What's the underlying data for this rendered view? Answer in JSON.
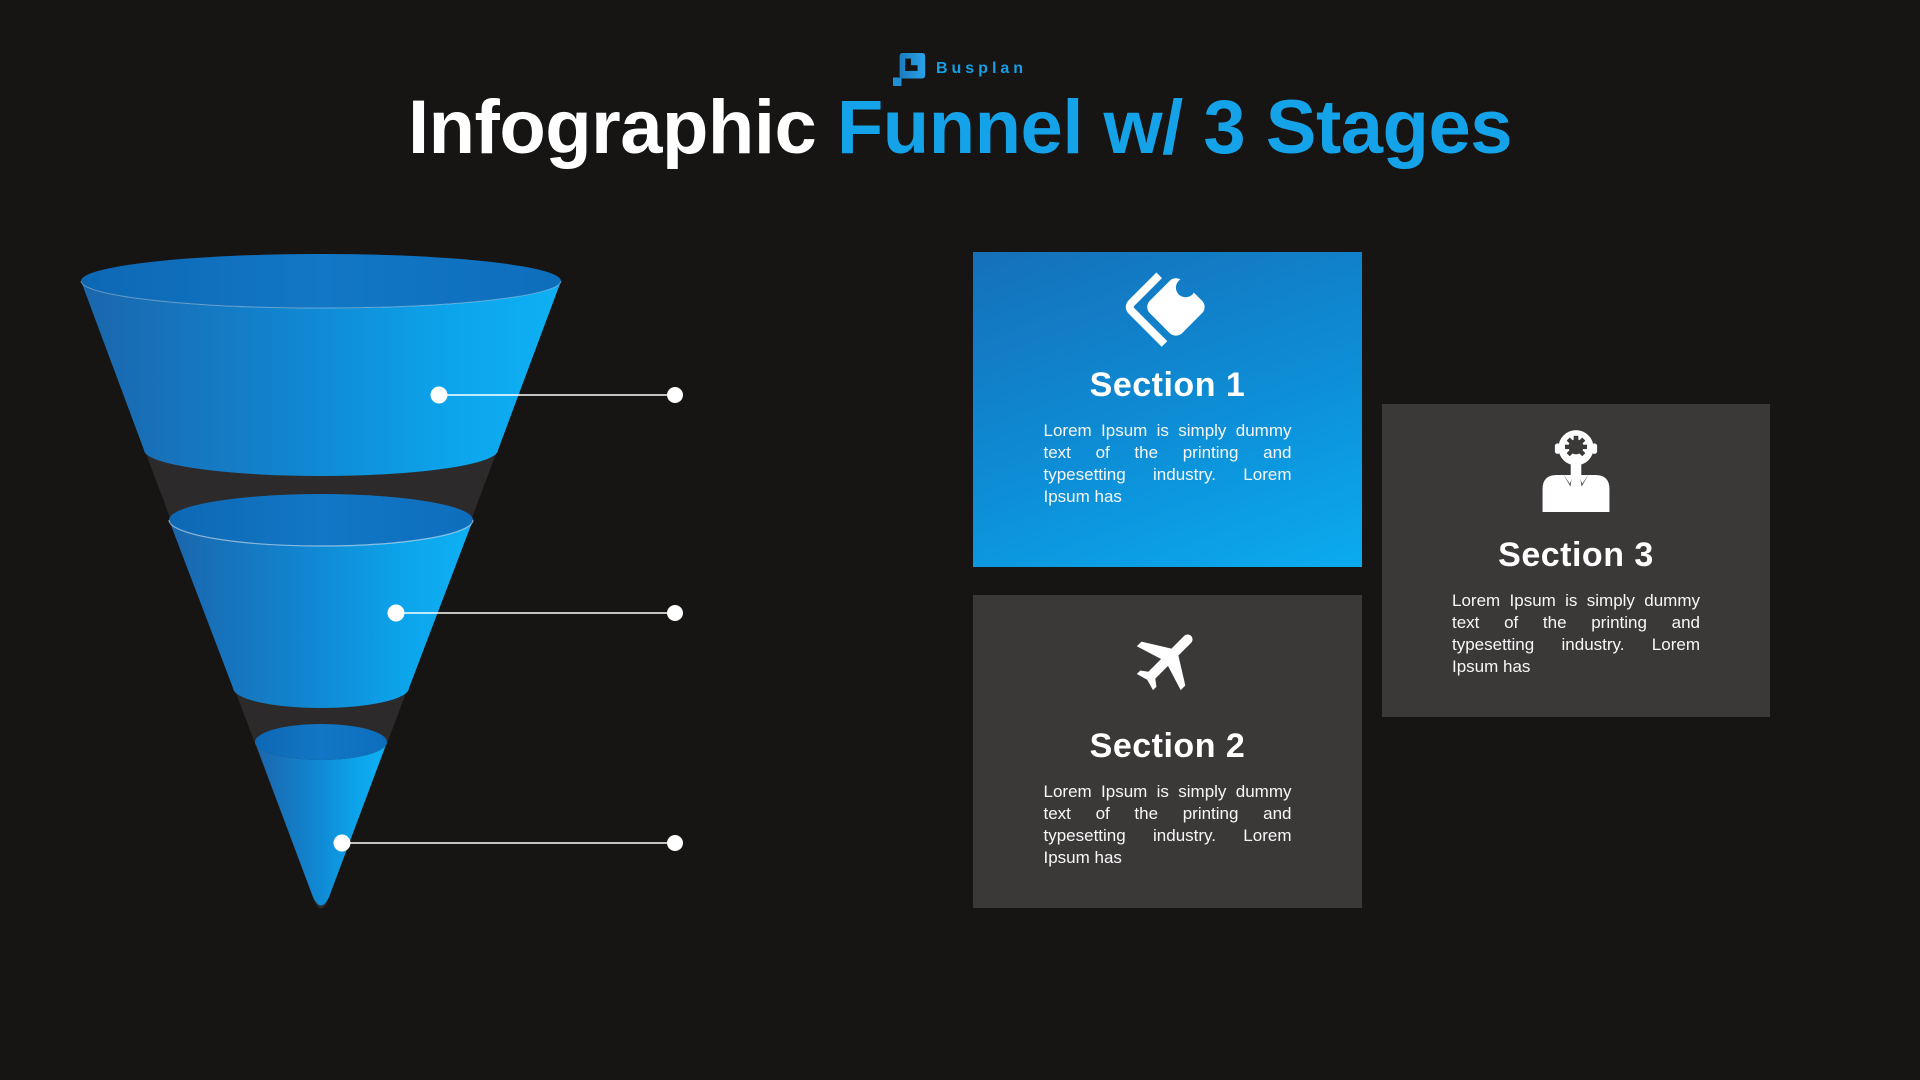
{
  "page": {
    "background": "#171414",
    "accent_blue": "#14a3e8",
    "dark_card_color": "#3b3838",
    "funnel_gradient": [
      "#1b66ac",
      "#0caff2"
    ]
  },
  "logo": {
    "brand": "Busplan",
    "icon": "busplan-square-mark"
  },
  "title": {
    "white_part": "Infographic",
    "blue_part": " Funnel w/ 3 Stages"
  },
  "funnel": {
    "stage_count": 3,
    "stages": [
      {
        "name": "stage-1",
        "connector": "line-to-section-1"
      },
      {
        "name": "stage-2",
        "connector": "line-to-section-2"
      },
      {
        "name": "stage-3",
        "connector": "line-to-section-3"
      }
    ]
  },
  "cards": [
    {
      "title": "Section 1",
      "body": "Lorem Ipsum is simply dummy text of the printing and typesetting industry. Lorem Ipsum has",
      "icon": "tag-icon",
      "style": "blue"
    },
    {
      "title": "Section 2",
      "body": "Lorem Ipsum is simply dummy text of the printing and typesetting industry. Lorem Ipsum has",
      "icon": "airplane-icon",
      "style": "dark"
    },
    {
      "title": "Section 3",
      "body": "Lorem Ipsum is simply dummy text of the printing and typesetting industry. Lorem Ipsum has",
      "icon": "businessman-gear-icon",
      "style": "dark"
    }
  ]
}
